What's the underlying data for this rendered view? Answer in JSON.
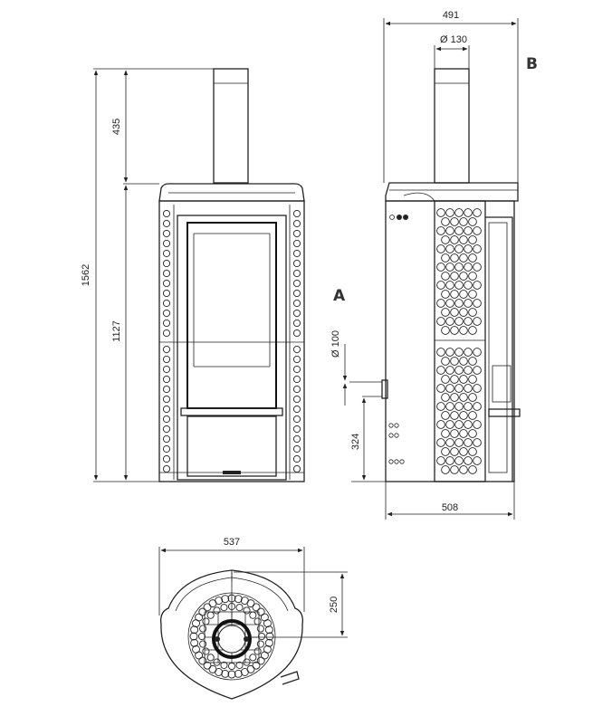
{
  "views": {
    "side_label": "A",
    "top_label": "B"
  },
  "dimensions": {
    "total_height": "1562",
    "pipe_height": "435",
    "body_height": "1127",
    "side_width_top": "491",
    "top_outlet_dia": "Ø 130",
    "side_outlet_dia": "Ø 100",
    "side_outlet_height": "324",
    "side_depth": "508",
    "plan_width": "537",
    "plan_offset": "250"
  },
  "colors": {
    "line": "#222222",
    "background": "#ffffff"
  }
}
